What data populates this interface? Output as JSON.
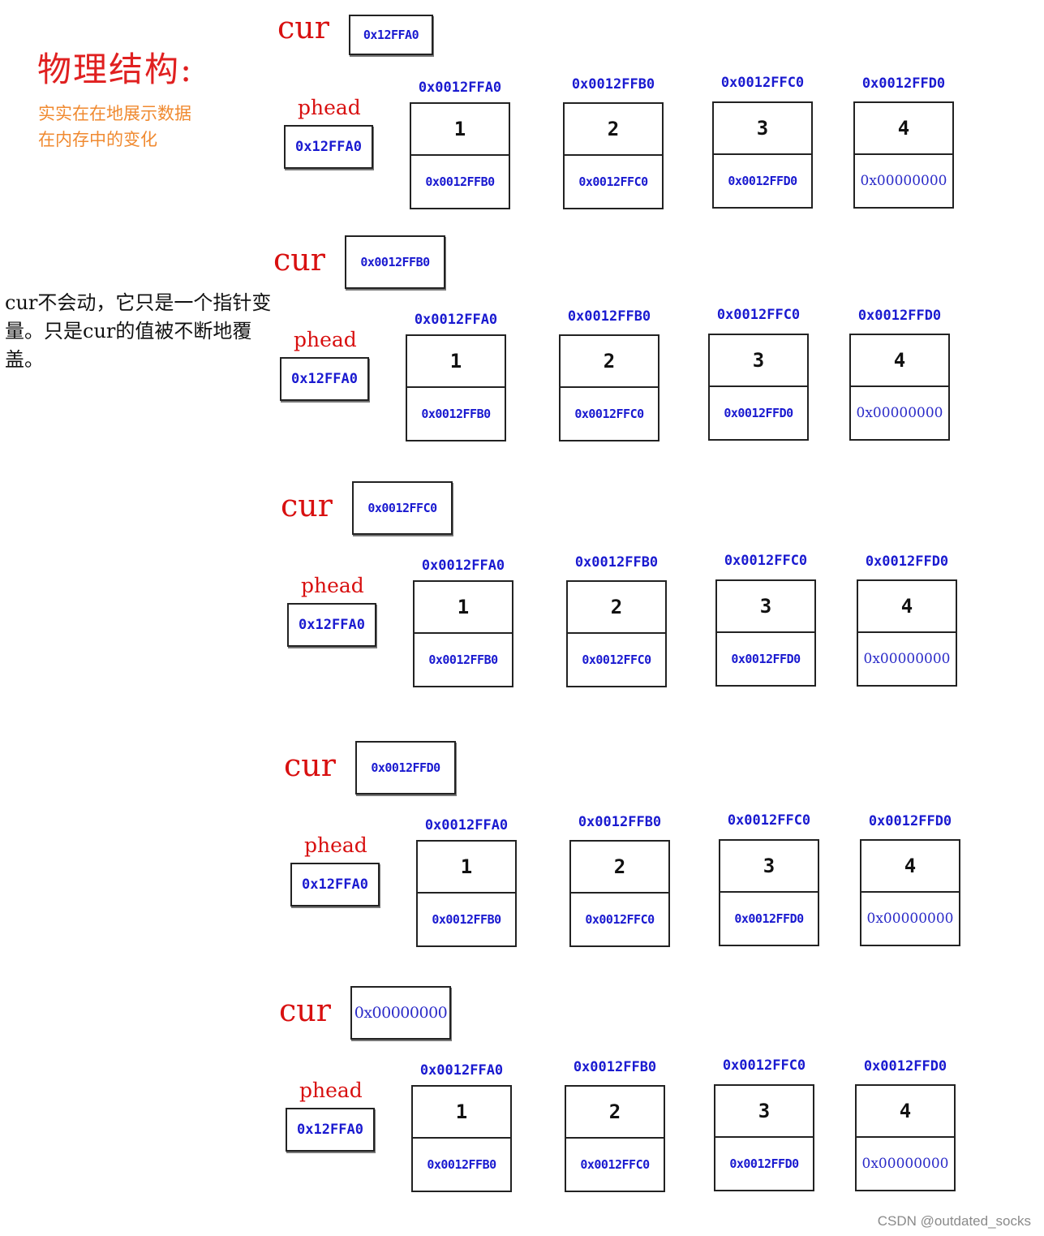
{
  "heading": {
    "title": "物理结构:",
    "subtitle": "实实在在地展示数据在内存中的变化"
  },
  "note": "cur不会动，它只是一个指针变量。只是cur的值被不断地覆盖。",
  "labels": {
    "cur": "cur",
    "phead": "phead"
  },
  "phead_value": "0x12FFA0",
  "nodes": [
    {
      "addr": "0x0012FFA0",
      "data": "1",
      "next": "0x0012FFB0"
    },
    {
      "addr": "0x0012FFB0",
      "data": "2",
      "next": "0x0012FFC0"
    },
    {
      "addr": "0x0012FFC0",
      "data": "3",
      "next": "0x0012FFD0"
    },
    {
      "addr": "0x0012FFD0",
      "data": "4",
      "next": "0x00000000"
    }
  ],
  "steps": [
    {
      "cur_value": "0x12FFA0"
    },
    {
      "cur_value": "0x0012FFB0"
    },
    {
      "cur_value": "0x0012FFC0"
    },
    {
      "cur_value": "0x0012FFD0"
    },
    {
      "cur_value": "0x00000000"
    }
  ],
  "watermark": "CSDN @outdated_socks"
}
